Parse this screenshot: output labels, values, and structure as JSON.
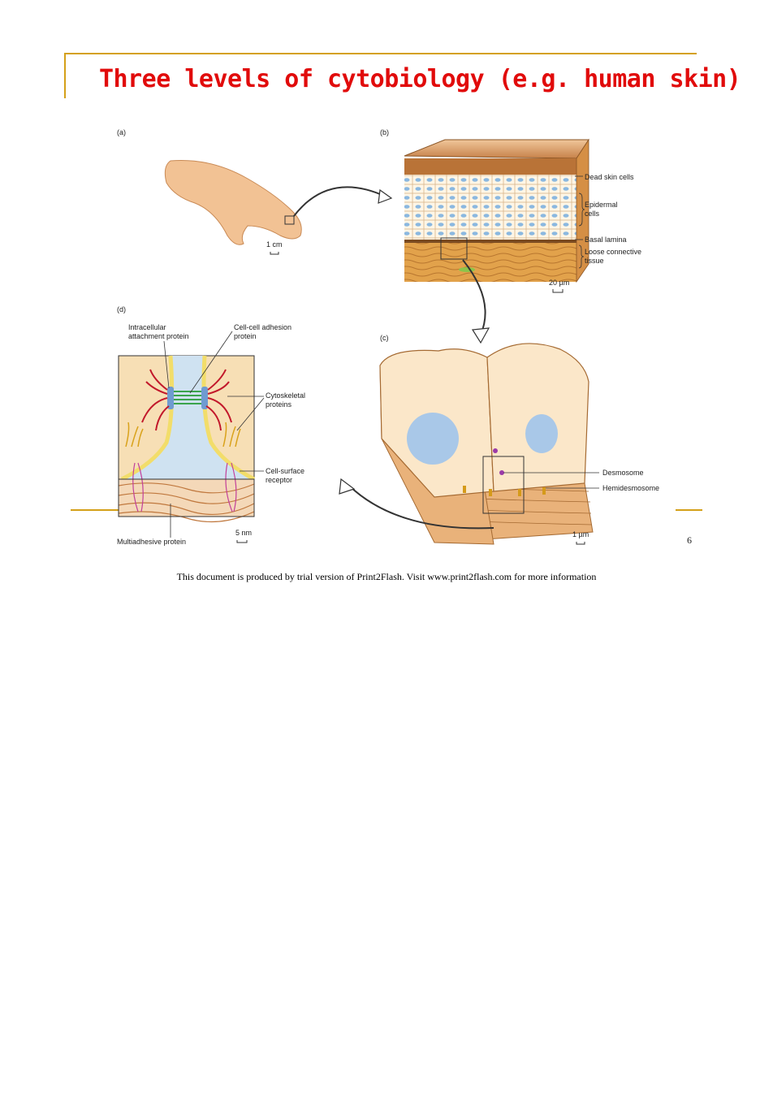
{
  "slide": {
    "title": "Three levels of cytobiology (e.g. human skin)",
    "page_number": "6"
  },
  "figure": {
    "panels": {
      "a": "(a)",
      "b": "(b)",
      "c": "(c)",
      "d": "(d)"
    },
    "scale_bars": {
      "a": "1 cm",
      "b": "20 µm",
      "c": "1 µm",
      "d": "5 nm"
    },
    "labels_b": {
      "dead_skin_cells": "Dead skin cells",
      "epidermal_line1": "Epidermal",
      "epidermal_line2": "cells",
      "basal_lamina": "Basal lamina",
      "loose_line1": "Loose connective",
      "loose_line2": "tissue"
    },
    "labels_c": {
      "desmosome": "Desmosome",
      "hemidesmosome": "Hemidesmosome"
    },
    "labels_d": {
      "intracellular_line1": "Intracellular",
      "intracellular_line2": "attachment protein",
      "cell_adhesion_line1": "Cell-cell adhesion",
      "cell_adhesion_line2": "protein",
      "cytoskeletal_line1": "Cytoskeletal",
      "cytoskeletal_line2": "proteins",
      "cell_surface_line1": "Cell-surface",
      "cell_surface_line2": "receptor",
      "multiadhesive": "Multiadhesive protein"
    },
    "colors": {
      "skin": "#f4c9a0",
      "epidermis": "#fff3dc",
      "nucleus": "#a9c8e8",
      "connective": "#e3a64c",
      "cytoskeleton": "#c2182b",
      "adhesion": "#4caf50"
    }
  },
  "footer": {
    "text": "This document is produced by trial version of Print2Flash. Visit www.print2flash.com for more information"
  }
}
